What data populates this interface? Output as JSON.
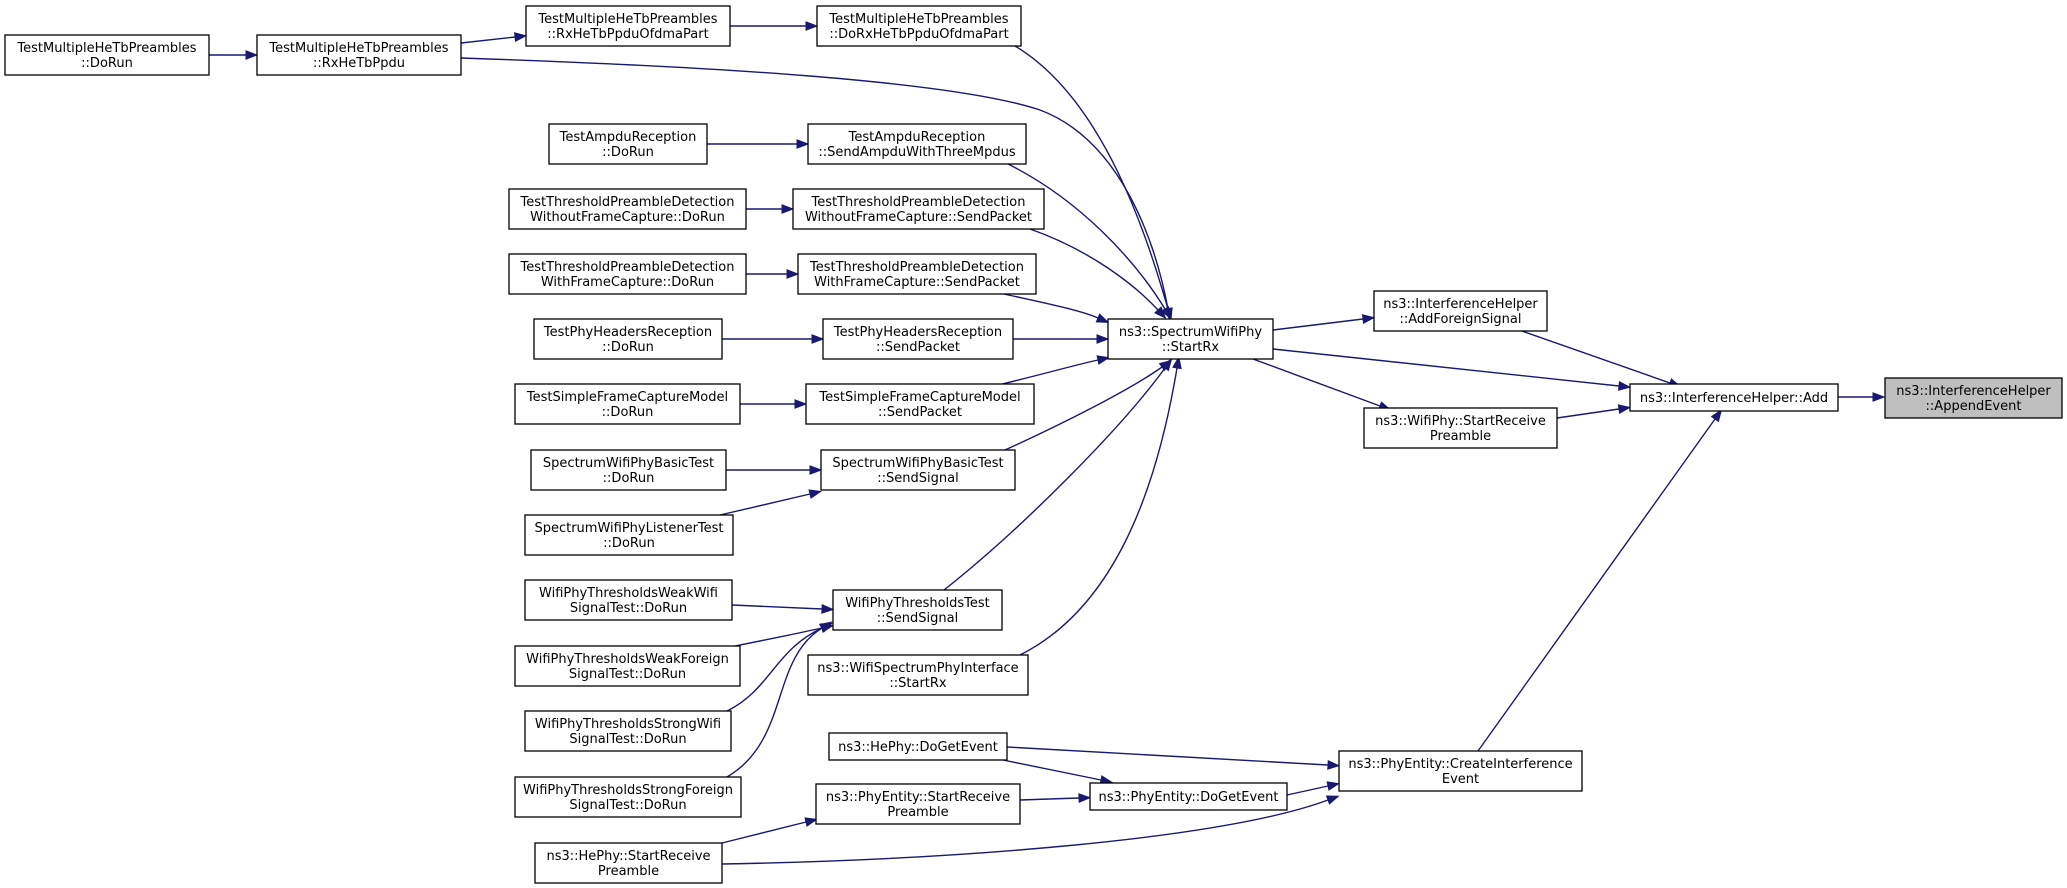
{
  "graph": {
    "root": "n_append",
    "nodes": [
      {
        "id": "n_append",
        "lines": [
          "ns3::InterferenceHelper",
          "::AppendEvent"
        ],
        "highlighted": true
      },
      {
        "id": "n_add",
        "lines": [
          "ns3::InterferenceHelper::Add"
        ]
      },
      {
        "id": "n_addforeign",
        "lines": [
          "ns3::InterferenceHelper",
          "::AddForeignSignal"
        ]
      },
      {
        "id": "n_wifistartrecv",
        "lines": [
          "ns3::WifiPhy::StartReceive",
          "Preamble"
        ]
      },
      {
        "id": "n_createinterf",
        "lines": [
          "ns3::PhyEntity::CreateInterference",
          "Event"
        ]
      },
      {
        "id": "n_spectrumstartrx",
        "lines": [
          "ns3::SpectrumWifiPhy",
          "::StartRx"
        ]
      },
      {
        "id": "n_dorxofdma",
        "lines": [
          "TestMultipleHeTbPreambles",
          "::DoRxHeTbPpduOfdmaPart"
        ]
      },
      {
        "id": "n_rxofdma",
        "lines": [
          "TestMultipleHeTbPreambles",
          "::RxHeTbPpduOfdmaPart"
        ]
      },
      {
        "id": "n_rxhetb",
        "lines": [
          "TestMultipleHeTbPreambles",
          "::RxHeTbPpdu"
        ]
      },
      {
        "id": "n_mhtdorun",
        "lines": [
          "TestMultipleHeTbPreambles",
          "::DoRun"
        ]
      },
      {
        "id": "n_ampdusend",
        "lines": [
          "TestAmpduReception",
          "::SendAmpduWithThreeMpdus"
        ]
      },
      {
        "id": "n_ampdudorun",
        "lines": [
          "TestAmpduReception",
          "::DoRun"
        ]
      },
      {
        "id": "n_tpdwo_send",
        "lines": [
          "TestThresholdPreambleDetection",
          "WithoutFrameCapture::SendPacket"
        ]
      },
      {
        "id": "n_tpdwo_dorun",
        "lines": [
          "TestThresholdPreambleDetection",
          "WithoutFrameCapture::DoRun"
        ]
      },
      {
        "id": "n_tpdw_send",
        "lines": [
          "TestThresholdPreambleDetection",
          "WithFrameCapture::SendPacket"
        ]
      },
      {
        "id": "n_tpdw_dorun",
        "lines": [
          "TestThresholdPreambleDetection",
          "WithFrameCapture::DoRun"
        ]
      },
      {
        "id": "n_phyhdr_send",
        "lines": [
          "TestPhyHeadersReception",
          "::SendPacket"
        ]
      },
      {
        "id": "n_phyhdr_dorun",
        "lines": [
          "TestPhyHeadersReception",
          "::DoRun"
        ]
      },
      {
        "id": "n_sfc_send",
        "lines": [
          "TestSimpleFrameCaptureModel",
          "::SendPacket"
        ]
      },
      {
        "id": "n_sfc_dorun",
        "lines": [
          "TestSimpleFrameCaptureModel",
          "::DoRun"
        ]
      },
      {
        "id": "n_swbt_send",
        "lines": [
          "SpectrumWifiPhyBasicTest",
          "::SendSignal"
        ]
      },
      {
        "id": "n_swbt_dorun",
        "lines": [
          "SpectrumWifiPhyBasicTest",
          "::DoRun"
        ]
      },
      {
        "id": "n_swlt_dorun",
        "lines": [
          "SpectrumWifiPhyListenerTest",
          "::DoRun"
        ]
      },
      {
        "id": "n_wpt_send",
        "lines": [
          "WifiPhyThresholdsTest",
          "::SendSignal"
        ]
      },
      {
        "id": "n_wptww",
        "lines": [
          "WifiPhyThresholdsWeakWifi",
          "SignalTest::DoRun"
        ]
      },
      {
        "id": "n_wptwf",
        "lines": [
          "WifiPhyThresholdsWeakForeign",
          "SignalTest::DoRun"
        ]
      },
      {
        "id": "n_wptsw",
        "lines": [
          "WifiPhyThresholdsStrongWifi",
          "SignalTest::DoRun"
        ]
      },
      {
        "id": "n_wptsf",
        "lines": [
          "WifiPhyThresholdsStrongForeign",
          "SignalTest::DoRun"
        ]
      },
      {
        "id": "n_wspi_startrx",
        "lines": [
          "ns3::WifiSpectrumPhyInterface",
          "::StartRx"
        ]
      },
      {
        "id": "n_hephy_dogetevent",
        "lines": [
          "ns3::HePhy::DoGetEvent"
        ]
      },
      {
        "id": "n_phyent_dogetevent",
        "lines": [
          "ns3::PhyEntity::DoGetEvent"
        ]
      },
      {
        "id": "n_phyent_startrecv",
        "lines": [
          "ns3::PhyEntity::StartReceive",
          "Preamble"
        ]
      },
      {
        "id": "n_hephy_startrecv",
        "lines": [
          "ns3::HePhy::StartReceive",
          "Preamble"
        ]
      }
    ],
    "edges": [
      {
        "from": "n_mhtdorun",
        "to": "n_rxhetb"
      },
      {
        "from": "n_rxhetb",
        "to": "n_rxofdma"
      },
      {
        "from": "n_rxofdma",
        "to": "n_dorxofdma"
      },
      {
        "from": "n_dorxofdma",
        "to": "n_spectrumstartrx"
      },
      {
        "from": "n_rxhetb",
        "to": "n_spectrumstartrx"
      },
      {
        "from": "n_ampdudorun",
        "to": "n_ampdusend"
      },
      {
        "from": "n_ampdusend",
        "to": "n_spectrumstartrx"
      },
      {
        "from": "n_tpdwo_dorun",
        "to": "n_tpdwo_send"
      },
      {
        "from": "n_tpdwo_send",
        "to": "n_spectrumstartrx"
      },
      {
        "from": "n_tpdw_dorun",
        "to": "n_tpdw_send"
      },
      {
        "from": "n_tpdw_send",
        "to": "n_spectrumstartrx"
      },
      {
        "from": "n_phyhdr_dorun",
        "to": "n_phyhdr_send"
      },
      {
        "from": "n_phyhdr_send",
        "to": "n_spectrumstartrx"
      },
      {
        "from": "n_sfc_dorun",
        "to": "n_sfc_send"
      },
      {
        "from": "n_sfc_send",
        "to": "n_spectrumstartrx"
      },
      {
        "from": "n_swbt_dorun",
        "to": "n_swbt_send"
      },
      {
        "from": "n_swlt_dorun",
        "to": "n_swbt_send"
      },
      {
        "from": "n_swbt_send",
        "to": "n_spectrumstartrx"
      },
      {
        "from": "n_wptww",
        "to": "n_wpt_send"
      },
      {
        "from": "n_wptwf",
        "to": "n_wpt_send"
      },
      {
        "from": "n_wptsw",
        "to": "n_wpt_send"
      },
      {
        "from": "n_wptsf",
        "to": "n_wpt_send"
      },
      {
        "from": "n_wpt_send",
        "to": "n_spectrumstartrx"
      },
      {
        "from": "n_wspi_startrx",
        "to": "n_spectrumstartrx"
      },
      {
        "from": "n_spectrumstartrx",
        "to": "n_addforeign"
      },
      {
        "from": "n_spectrumstartrx",
        "to": "n_add"
      },
      {
        "from": "n_spectrumstartrx",
        "to": "n_wifistartrecv"
      },
      {
        "from": "n_addforeign",
        "to": "n_add"
      },
      {
        "from": "n_wifistartrecv",
        "to": "n_add"
      },
      {
        "from": "n_createinterf",
        "to": "n_add"
      },
      {
        "from": "n_hephy_dogetevent",
        "to": "n_createinterf"
      },
      {
        "from": "n_hephy_dogetevent",
        "to": "n_phyent_dogetevent"
      },
      {
        "from": "n_phyent_dogetevent",
        "to": "n_createinterf"
      },
      {
        "from": "n_phyent_startrecv",
        "to": "n_phyent_dogetevent"
      },
      {
        "from": "n_hephy_startrecv",
        "to": "n_phyent_startrecv"
      },
      {
        "from": "n_hephy_startrecv",
        "to": "n_createinterf"
      },
      {
        "from": "n_add",
        "to": "n_append"
      }
    ]
  }
}
